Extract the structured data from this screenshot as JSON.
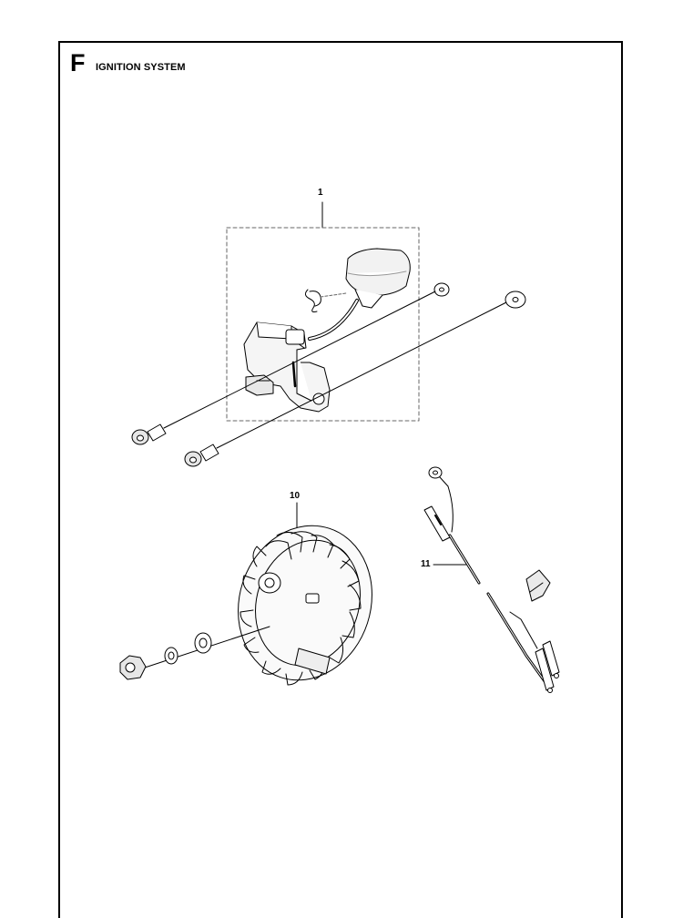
{
  "section": {
    "letter": "F",
    "title": "IGNITION SYSTEM"
  },
  "callouts": {
    "ignition_module": "1",
    "flywheel": "10",
    "wire_harness": "11"
  }
}
